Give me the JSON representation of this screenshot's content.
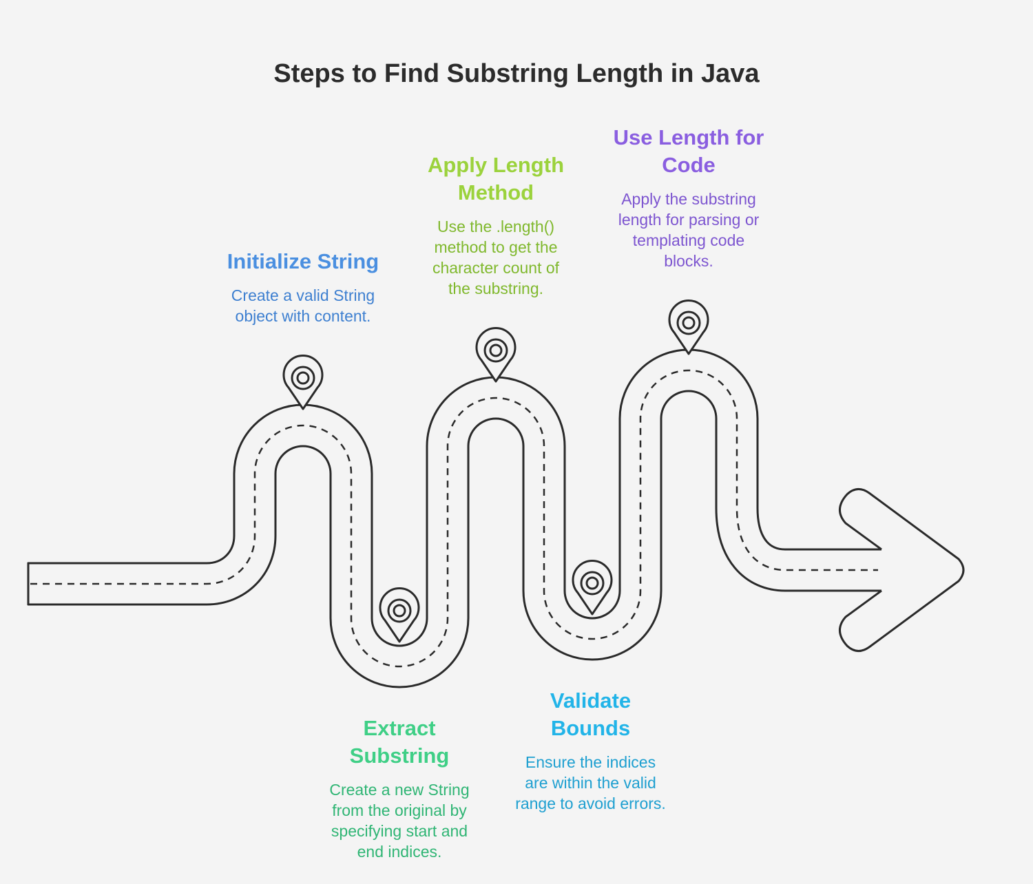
{
  "title": "Steps to Find Substring Length in Java",
  "steps": [
    {
      "heading": "Initialize String",
      "description": "Create a valid String object with content.",
      "heading_color": "#4a8fe0",
      "text_color": "#3d7fd0"
    },
    {
      "heading": "Extract Substring",
      "description": "Create a new String from the original by specifying start and end indices.",
      "heading_color": "#3fcf86",
      "text_color": "#2fb574"
    },
    {
      "heading": "Apply Length Method",
      "description": "Use the .length() method to get the character count of the substring.",
      "heading_color": "#9bd23c",
      "text_color": "#7fb82c"
    },
    {
      "heading": "Validate Bounds",
      "description": "Ensure the indices are within the valid range to avoid errors.",
      "heading_color": "#22b4e8",
      "text_color": "#1d9fd0"
    },
    {
      "heading": "Use Length for Code",
      "description": "Apply the substring length for parsing or templating code blocks.",
      "heading_color": "#8a5ee0",
      "text_color": "#7d55d0"
    }
  ],
  "road": {
    "stroke_color": "#2a2a2a",
    "fill_color": "#f4f4f4"
  }
}
